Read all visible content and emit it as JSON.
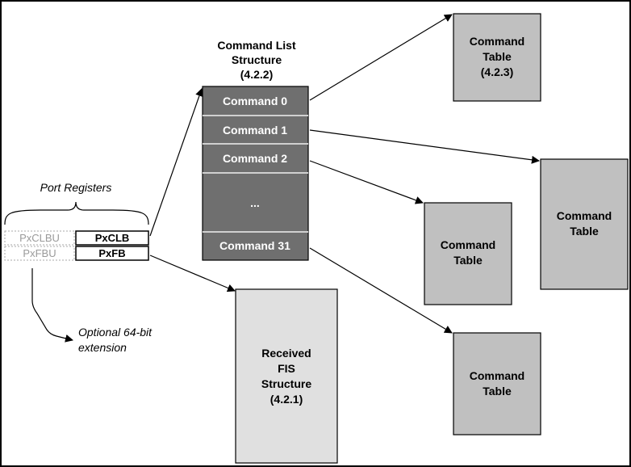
{
  "port_registers": {
    "label": "Port Registers",
    "pxclbu": "PxCLBU",
    "pxclb": "PxCLB",
    "pxfbu": "PxFBU",
    "pxfb": "PxFB",
    "optional_note_line1": "Optional 64-bit",
    "optional_note_line2": "extension"
  },
  "command_list": {
    "title_line1": "Command List",
    "title_line2": "Structure",
    "title_line3": "(4.2.2)",
    "slots": [
      "Command 0",
      "Command 1",
      "Command 2",
      "...",
      "Command 31"
    ]
  },
  "command_tables": [
    {
      "line1": "Command",
      "line2": "Table",
      "line3": "(4.2.3)"
    },
    {
      "line1": "Command",
      "line2": "Table"
    },
    {
      "line1": "Command",
      "line2": "Table"
    },
    {
      "line1": "Command",
      "line2": "Table"
    }
  ],
  "received_fis": {
    "line1": "Received",
    "line2": "FIS",
    "line3": "Structure",
    "line4": "(4.2.1)"
  },
  "colors": {
    "frame": "#000000",
    "command_list_fill": "#6f6f6f",
    "command_list_separator": "#d0d0d0",
    "command_table_fill": "#c0c0c0",
    "received_fis_fill": "#e0e0e0",
    "faded_text": "#9a9a9a",
    "arrow": "#000000"
  }
}
